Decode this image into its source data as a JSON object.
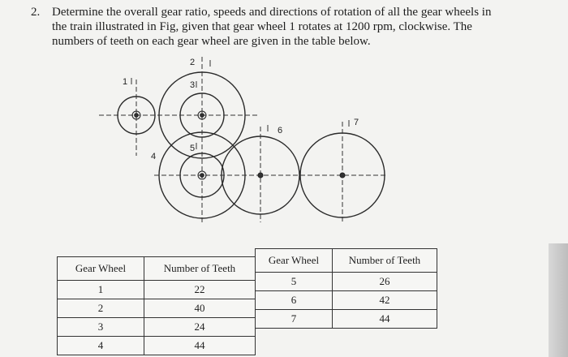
{
  "question": {
    "number": "2.",
    "text": "Determine the overall gear ratio, speeds and directions of rotation of all the gear wheels in the train illustrated in Fig, given that gear wheel 1 rotates at 1200 rpm, clockwise. The numbers of teeth on each gear wheel are given in the table below."
  },
  "diagram": {
    "labels": [
      "1",
      "2",
      "3",
      "4",
      "5",
      "6",
      "7"
    ]
  },
  "table_left": {
    "headers": [
      "Gear Wheel",
      "Number of Teeth"
    ],
    "rows": [
      [
        "1",
        "22"
      ],
      [
        "2",
        "40"
      ],
      [
        "3",
        "24"
      ],
      [
        "4",
        "44"
      ]
    ]
  },
  "table_right": {
    "headers": [
      "Gear Wheel",
      "Number of Teeth"
    ],
    "rows": [
      [
        "5",
        "26"
      ],
      [
        "6",
        "42"
      ],
      [
        "7",
        "44"
      ]
    ]
  }
}
